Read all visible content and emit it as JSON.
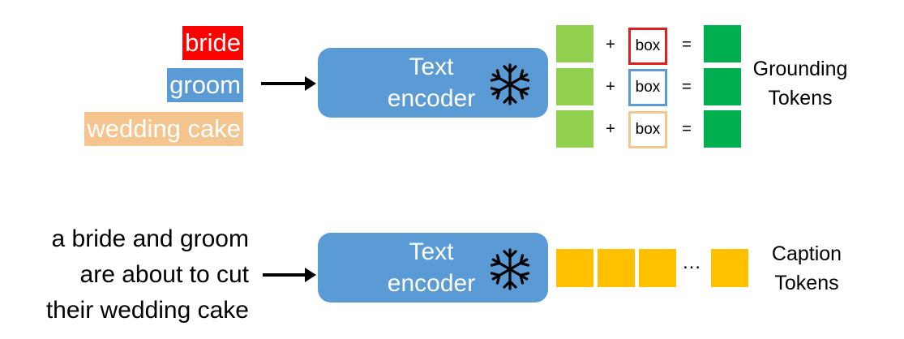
{
  "grounding": {
    "phrases": [
      {
        "text": "bride",
        "color": "#ff0000"
      },
      {
        "text": "groom",
        "color": "#5b9bd5"
      },
      {
        "text": "wedding cake",
        "color": "#f4c58e"
      }
    ],
    "encoder_label": "Text\nencoder",
    "rows": [
      {
        "plus": "+",
        "box": "box",
        "box_color": "#e02020",
        "equals": "="
      },
      {
        "plus": "+",
        "box": "box",
        "box_color": "#5b9bd5",
        "equals": "="
      },
      {
        "plus": "+",
        "box": "box",
        "box_color": "#f4c58e",
        "equals": "="
      }
    ],
    "output_label": "Grounding\nTokens",
    "colors": {
      "input_token": "#92d050",
      "output_token": "#00b050"
    }
  },
  "caption": {
    "lines": [
      "a bride and groom",
      "are about to cut",
      "their wedding cake"
    ],
    "encoder_label": "Text\nencoder",
    "ellipsis": "…",
    "output_label": "Caption\nTokens",
    "token_color": "#ffc000"
  },
  "icons": {
    "frozen": "snowflake-icon"
  },
  "colors": {
    "encoder": "#5b9bd5",
    "arrow": "#000000"
  }
}
